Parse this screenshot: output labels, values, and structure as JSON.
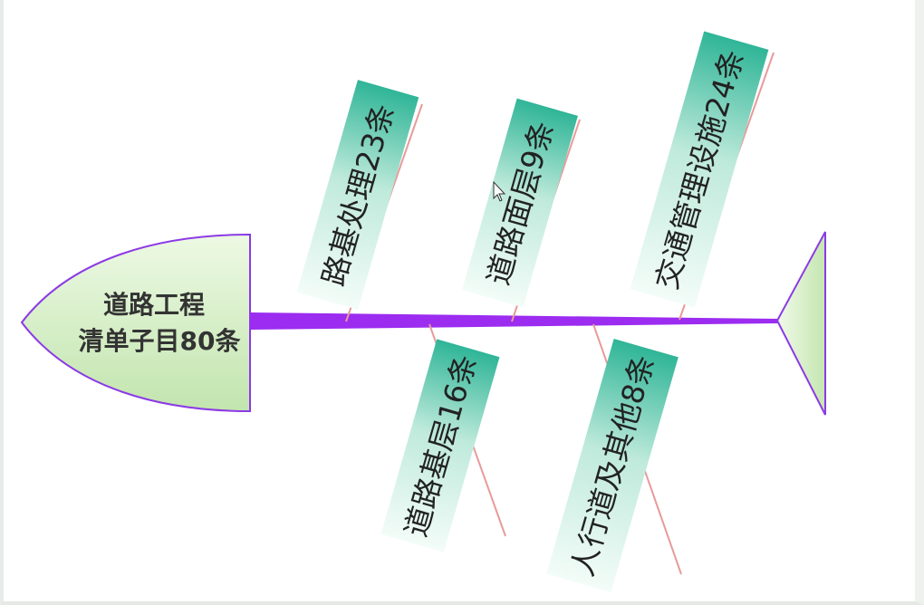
{
  "diagram": {
    "type": "fishbone",
    "head": {
      "line1": "道路工程",
      "line2": "清单子目80条"
    },
    "bones": {
      "top": [
        {
          "label": "路基处理23条"
        },
        {
          "label": "道路面层9条"
        },
        {
          "label": "交通管理设施24条"
        }
      ],
      "bottom": [
        {
          "label": "道路基层16条"
        },
        {
          "label": "人行道及其他8条"
        }
      ]
    },
    "colors": {
      "spine": "#9b2cf0",
      "outline": "#8c3ae6",
      "head_fill_top": "#e9f7df",
      "head_fill_bottom": "#c5e6b2",
      "box_fill_light": "#eefaf6",
      "box_fill_mid": "#bfeadd",
      "box_fill_dark": "#34b99c",
      "bone_line": "#e89a9a"
    }
  }
}
